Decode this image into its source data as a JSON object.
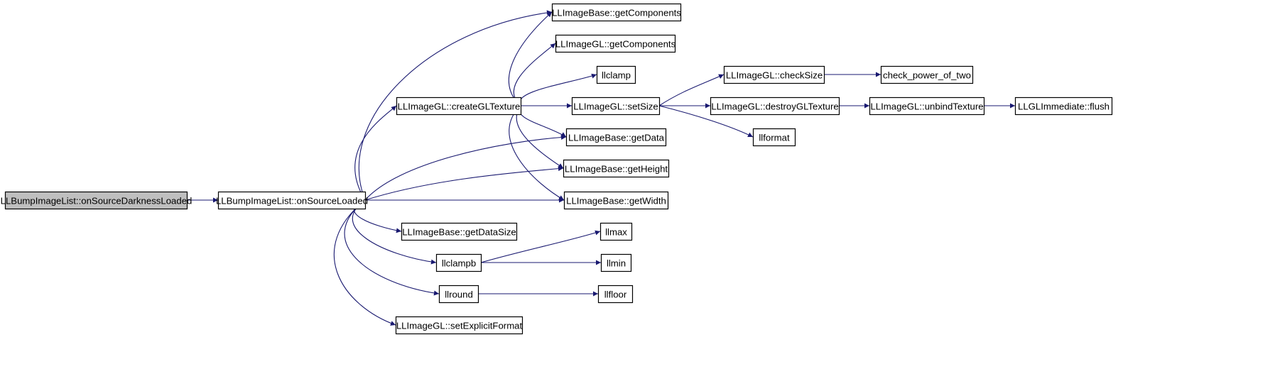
{
  "graph": {
    "colors": {
      "edge": "#191970",
      "root_fill": "#bfbfbf",
      "node_fill": "#ffffff",
      "border": "#000000"
    },
    "nodes": [
      {
        "id": "n_root",
        "label": "LLBumpImageList::onSourceDarknessLoaded",
        "root": true
      },
      {
        "id": "n_onsrc",
        "label": "LLBumpImageList::onSourceLoaded"
      },
      {
        "id": "n_create",
        "label": "LLImageGL::createGLTexture"
      },
      {
        "id": "n_base_getcomp",
        "label": "LLImageBase::getComponents"
      },
      {
        "id": "n_gl_getcomp",
        "label": "LLImageGL::getComponents"
      },
      {
        "id": "n_llclamp",
        "label": "llclamp"
      },
      {
        "id": "n_setsize",
        "label": "LLImageGL::setSize"
      },
      {
        "id": "n_getdata",
        "label": "LLImageBase::getData"
      },
      {
        "id": "n_getheight",
        "label": "LLImageBase::getHeight"
      },
      {
        "id": "n_getwidth",
        "label": "LLImageBase::getWidth"
      },
      {
        "id": "n_getdatasize",
        "label": "LLImageBase::getDataSize"
      },
      {
        "id": "n_llclampb",
        "label": "llclampb"
      },
      {
        "id": "n_llround",
        "label": "llround"
      },
      {
        "id": "n_setexplicit",
        "label": "LLImageGL::setExplicitFormat"
      },
      {
        "id": "n_checksize",
        "label": "LLImageGL::checkSize"
      },
      {
        "id": "n_destroy",
        "label": "LLImageGL::destroyGLTexture"
      },
      {
        "id": "n_llformat",
        "label": "llformat"
      },
      {
        "id": "n_checkpow",
        "label": "check_power_of_two"
      },
      {
        "id": "n_unbind",
        "label": "LLImageGL::unbindTexture"
      },
      {
        "id": "n_flush",
        "label": "LLGLImmediate::flush"
      },
      {
        "id": "n_llmax",
        "label": "llmax"
      },
      {
        "id": "n_llmin",
        "label": "llmin"
      },
      {
        "id": "n_llfloor",
        "label": "llfloor"
      }
    ],
    "edges": [
      {
        "from": "n_root",
        "to": "n_onsrc"
      },
      {
        "from": "n_onsrc",
        "to": "n_create"
      },
      {
        "from": "n_onsrc",
        "to": "n_base_getcomp"
      },
      {
        "from": "n_onsrc",
        "to": "n_getdata"
      },
      {
        "from": "n_onsrc",
        "to": "n_getheight"
      },
      {
        "from": "n_onsrc",
        "to": "n_getwidth"
      },
      {
        "from": "n_onsrc",
        "to": "n_getdatasize"
      },
      {
        "from": "n_onsrc",
        "to": "n_llclampb"
      },
      {
        "from": "n_onsrc",
        "to": "n_llround"
      },
      {
        "from": "n_onsrc",
        "to": "n_setexplicit"
      },
      {
        "from": "n_create",
        "to": "n_base_getcomp"
      },
      {
        "from": "n_create",
        "to": "n_gl_getcomp"
      },
      {
        "from": "n_create",
        "to": "n_llclamp"
      },
      {
        "from": "n_create",
        "to": "n_setsize"
      },
      {
        "from": "n_create",
        "to": "n_getdata"
      },
      {
        "from": "n_create",
        "to": "n_getheight"
      },
      {
        "from": "n_create",
        "to": "n_getwidth"
      },
      {
        "from": "n_setsize",
        "to": "n_checksize"
      },
      {
        "from": "n_setsize",
        "to": "n_destroy"
      },
      {
        "from": "n_setsize",
        "to": "n_llformat"
      },
      {
        "from": "n_checksize",
        "to": "n_checkpow"
      },
      {
        "from": "n_destroy",
        "to": "n_unbind"
      },
      {
        "from": "n_unbind",
        "to": "n_flush"
      },
      {
        "from": "n_llclampb",
        "to": "n_llmax"
      },
      {
        "from": "n_llclampb",
        "to": "n_llmin"
      },
      {
        "from": "n_llround",
        "to": "n_llfloor"
      }
    ]
  }
}
